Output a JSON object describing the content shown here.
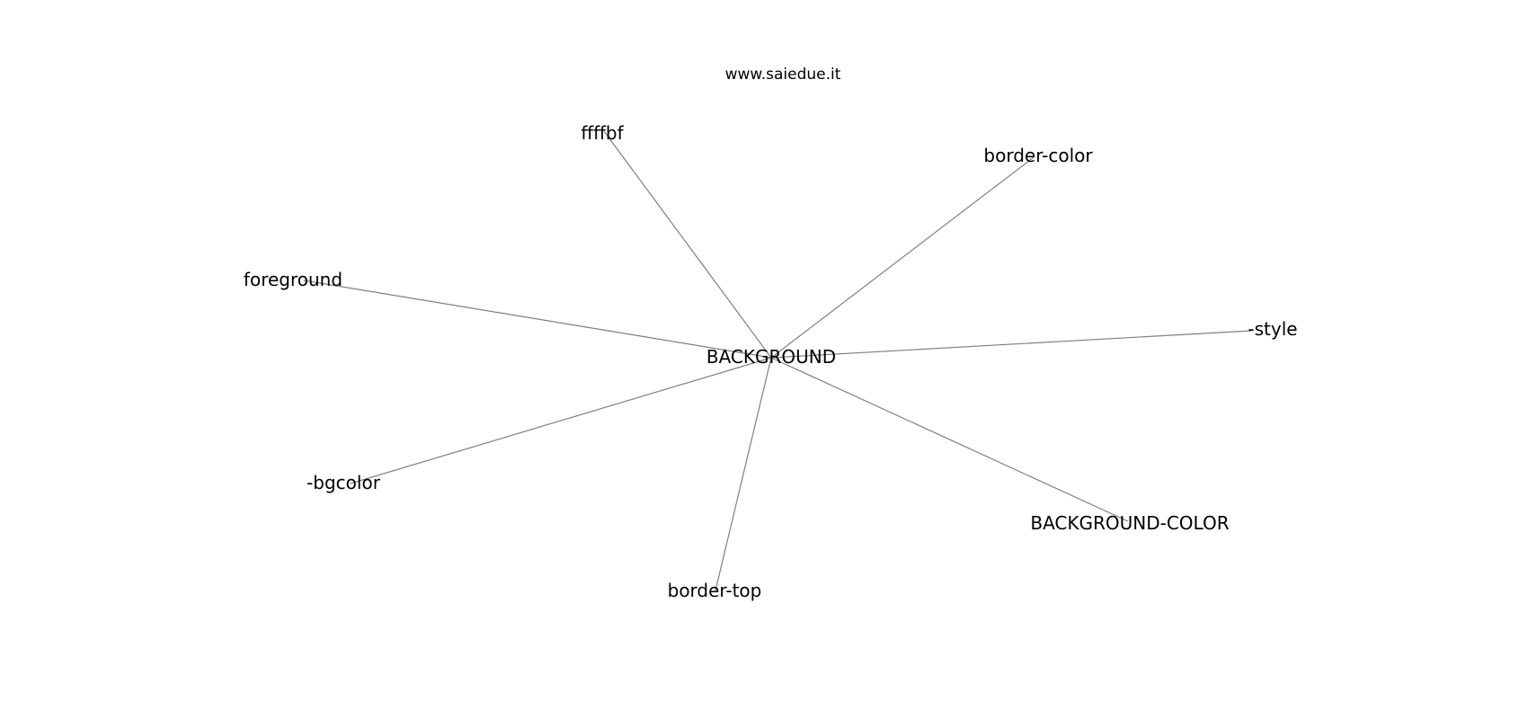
{
  "source_label": "www.saiedue.it",
  "center": {
    "label": "BACKGROUND"
  },
  "nodes": [
    {
      "id": "ffffbf",
      "label": "ffffbf"
    },
    {
      "id": "border-color",
      "label": "border-color"
    },
    {
      "id": "foreground",
      "label": "foreground"
    },
    {
      "id": "style",
      "label": "-style"
    },
    {
      "id": "bgcolor",
      "label": "-bgcolor"
    },
    {
      "id": "background-color",
      "label": "BACKGROUND-COLOR"
    },
    {
      "id": "border-top",
      "label": "border-top"
    }
  ],
  "edges": [
    {
      "from": "BACKGROUND",
      "to": "ffffbf"
    },
    {
      "from": "BACKGROUND",
      "to": "border-color"
    },
    {
      "from": "BACKGROUND",
      "to": "foreground"
    },
    {
      "from": "BACKGROUND",
      "to": "style"
    },
    {
      "from": "BACKGROUND",
      "to": "bgcolor"
    },
    {
      "from": "BACKGROUND",
      "to": "background-color"
    },
    {
      "from": "BACKGROUND",
      "to": "border-top"
    }
  ],
  "colors": {
    "edge": "#808080",
    "text": "#000000",
    "background": "#ffffff"
  }
}
